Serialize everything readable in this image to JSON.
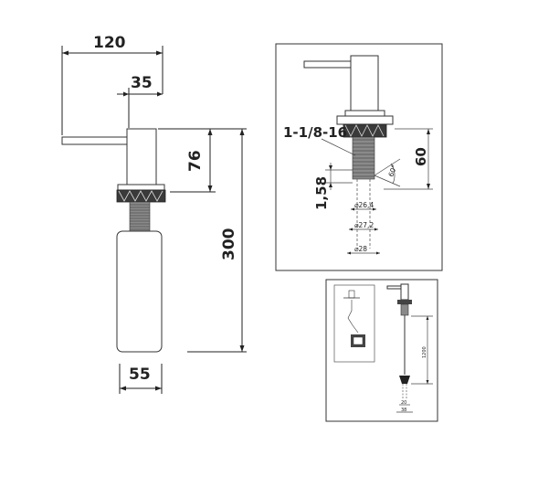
{
  "main_view": {
    "dim_width_total": "120",
    "dim_nozzle_body": "35",
    "dim_upper_height": "76",
    "dim_total_height": "300",
    "dim_bottle_width": "55"
  },
  "detail_view": {
    "thread_spec": "1-1/8-16",
    "dim_height": "60",
    "dim_angle": "60°",
    "dim_gap": "1,58",
    "dim_d1": "⌀26,4",
    "dim_d2": "⌀27,2",
    "dim_d3": "⌀28"
  },
  "install_view": {
    "dim_length": "1200",
    "dim_small": "20",
    "dim_base": "38"
  }
}
